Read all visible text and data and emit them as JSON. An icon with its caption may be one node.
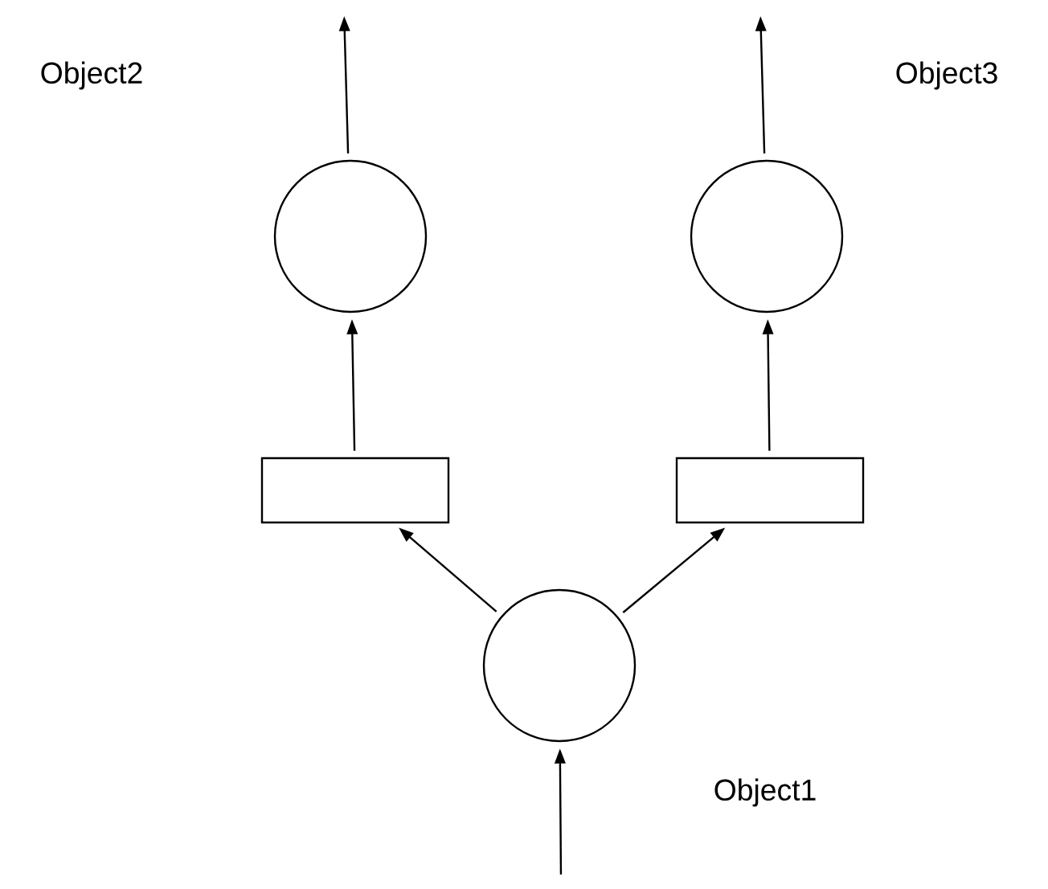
{
  "diagram": {
    "nodes": [
      {
        "text": [],
        "shape": "circle"
      },
      {
        "text": [],
        "shape": "box"
      },
      {
        "text": [],
        "shape": "box"
      },
      {
        "text": [],
        "shape": "circle"
      },
      {
        "text": [],
        "shape": "circle"
      }
    ],
    "edges": [
      {
        "from": null,
        "to": 0,
        "arrow": "to"
      },
      {
        "from": 0,
        "to": 1,
        "arrow": "to"
      },
      {
        "from": 0,
        "to": 2,
        "arrow": "to"
      },
      {
        "from": 1,
        "to": 3,
        "arrow": "to"
      },
      {
        "from": 2,
        "to": 4,
        "arrow": "to"
      },
      {
        "from": 3,
        "to": null,
        "arrow": "to"
      },
      {
        "from": 4,
        "to": null,
        "arrow": "to"
      }
    ],
    "labels": [
      "Object2",
      "Object3",
      "Object1"
    ]
  }
}
